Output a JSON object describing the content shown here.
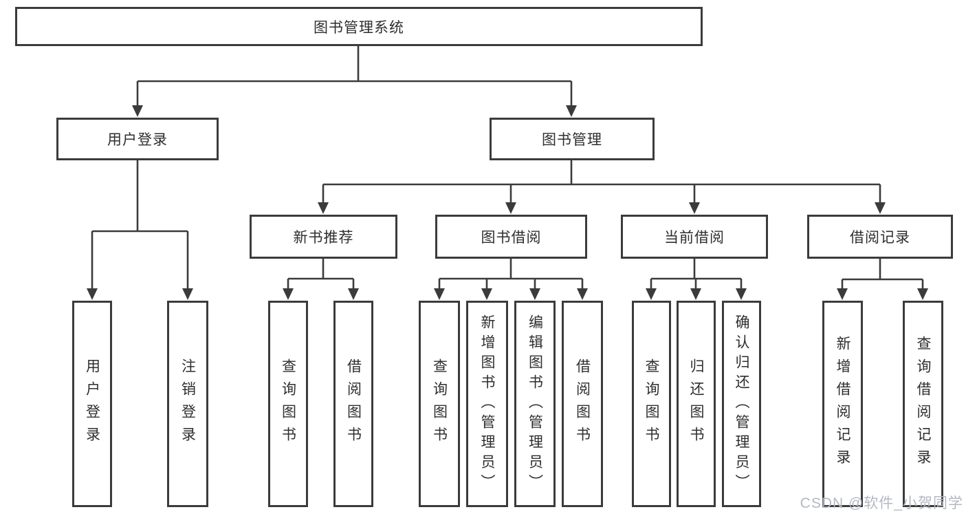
{
  "nodes": {
    "root": {
      "label": "图书管理系统"
    },
    "level2": [
      {
        "label": "用户登录"
      },
      {
        "label": "图书管理"
      }
    ],
    "level3": [
      {
        "label": "新书推荐"
      },
      {
        "label": "图书借阅"
      },
      {
        "label": "当前借阅"
      },
      {
        "label": "借阅记录"
      }
    ],
    "leaves": [
      {
        "label": "用户登录"
      },
      {
        "label": "注销登录"
      },
      {
        "label": "查询图书"
      },
      {
        "label": "借阅图书"
      },
      {
        "label": "查询图书"
      },
      {
        "label": "新增图书（管理员）"
      },
      {
        "label": "编辑图书（管理员）"
      },
      {
        "label": "借阅图书"
      },
      {
        "label": "查询图书"
      },
      {
        "label": "归还图书"
      },
      {
        "label": "确认归还（管理员）"
      },
      {
        "label": "新增借阅记录"
      },
      {
        "label": "查询借阅记录"
      }
    ]
  },
  "watermark": {
    "text": "CSDN @软件_小贺同学"
  },
  "colors": {
    "line": "#3b3b3b",
    "text": "#2e2e2e",
    "background": "#ffffff",
    "watermark": "#b4b8c2"
  }
}
